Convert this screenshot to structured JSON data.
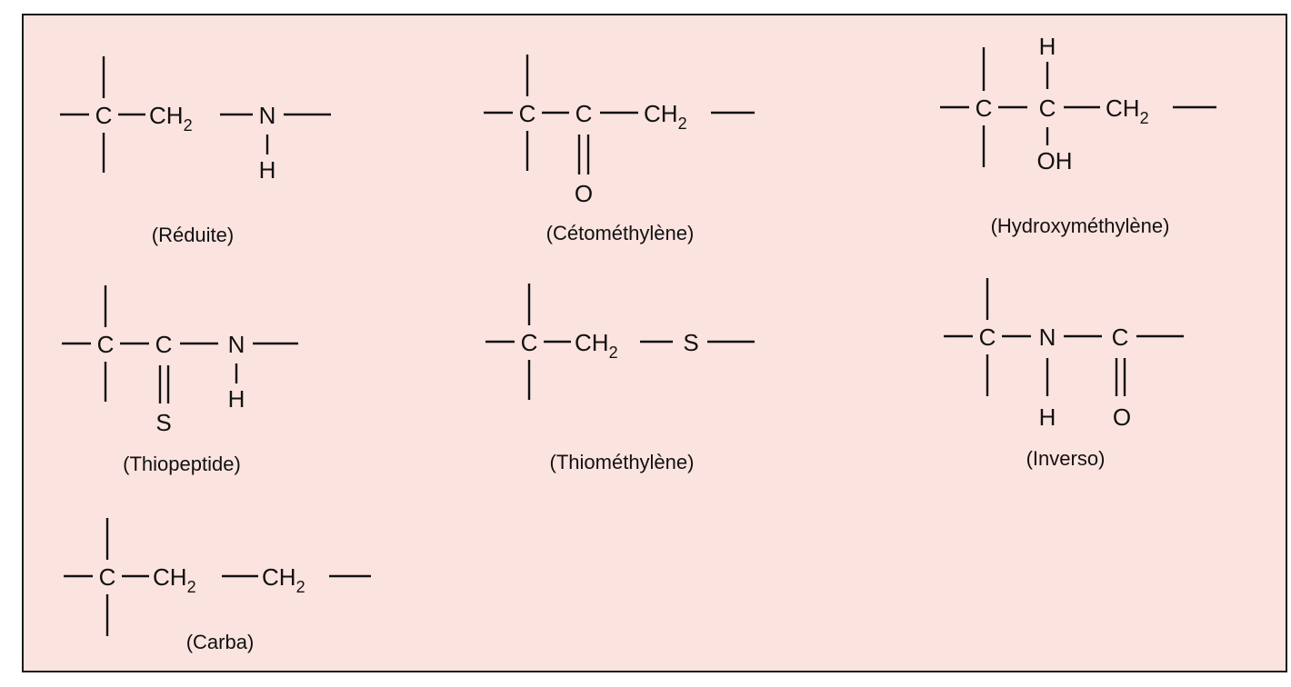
{
  "figure": {
    "structures": [
      {
        "caption": "(Réduite)",
        "atoms": {
          "c1": "C",
          "ch2_main": "CH",
          "ch2_sub": "2",
          "n": "N",
          "h": "H"
        }
      },
      {
        "caption": "(Cétométhylène)",
        "atoms": {
          "c1": "C",
          "c2": "C",
          "ch2_main": "CH",
          "ch2_sub": "2",
          "o": "O"
        }
      },
      {
        "caption": "(Hydroxyméthylène)",
        "atoms": {
          "h": "H",
          "c1": "C",
          "c2": "C",
          "ch2_main": "CH",
          "ch2_sub": "2",
          "oh": "OH"
        }
      },
      {
        "caption": "(Thiopeptide)",
        "atoms": {
          "c1": "C",
          "c2": "C",
          "n": "N",
          "s": "S",
          "h": "H"
        }
      },
      {
        "caption": "(Thiométhylène)",
        "atoms": {
          "c1": "C",
          "ch2_main": "CH",
          "ch2_sub": "2",
          "s": "S"
        }
      },
      {
        "caption": "(Inverso)",
        "atoms": {
          "c1": "C",
          "n": "N",
          "c2": "C",
          "h": "H",
          "o": "O"
        }
      },
      {
        "caption": "(Carba)",
        "atoms": {
          "c1": "C",
          "ch2a_main": "CH",
          "ch2a_sub": "2",
          "ch2b_main": "CH",
          "ch2b_sub": "2"
        }
      }
    ]
  }
}
